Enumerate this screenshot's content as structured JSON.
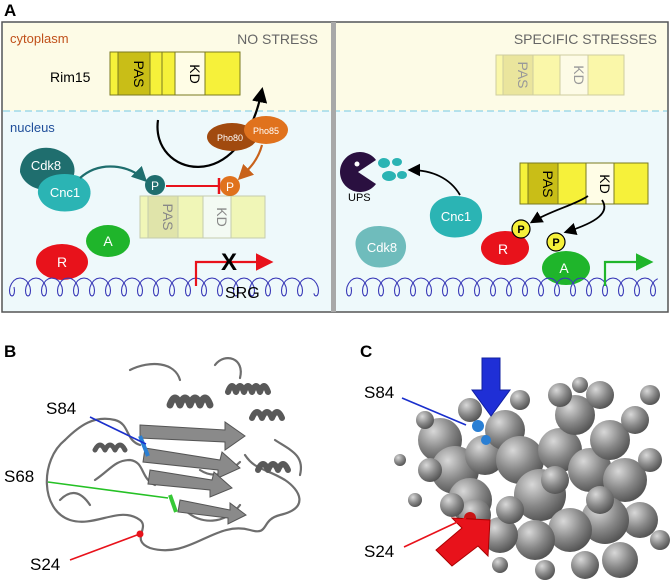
{
  "panel_labels": {
    "a": "A",
    "b": "B",
    "c": "C"
  },
  "panel_a": {
    "left": {
      "compartment_cytoplasm": "cytoplasm",
      "condition": "NO STRESS",
      "compartment_nucleus": "nucleus",
      "rim15_label": "Rim15",
      "domain_pas": "PAS",
      "domain_kd": "KD",
      "pho80": "Pho80",
      "pho85": "Pho85",
      "cdk8": "Cdk8",
      "cnc1": "Cnc1",
      "phospho": "P",
      "repressor": "R",
      "activator": "A",
      "srg": "SRG",
      "blocked_mark": "X"
    },
    "right": {
      "condition": "SPECIFIC STRESSES",
      "domain_pas": "PAS",
      "domain_kd": "KD",
      "ups": "UPS",
      "cnc1": "Cnc1",
      "cdk8": "Cdk8",
      "phospho": "P",
      "repressor": "R",
      "activator": "A"
    },
    "colors": {
      "cytoplasm_bg": "#fdfbe6",
      "nucleus_bg": "#eef9fb",
      "cytoplasm_text": "#c0501a",
      "nucleus_text": "#1f4e9a",
      "rim15_yellow": "#f6f13a",
      "cdk8": "#1f6e6e",
      "cnc1": "#2bb4b4",
      "repressor": "#e8121b",
      "activator": "#1fb52b",
      "pho80": "#a14a0f",
      "pho85": "#e0721d"
    }
  },
  "panel_b": {
    "s84": "S84",
    "s68": "S68",
    "s24": "S24"
  },
  "panel_c": {
    "s84": "S84",
    "s24": "S24"
  }
}
